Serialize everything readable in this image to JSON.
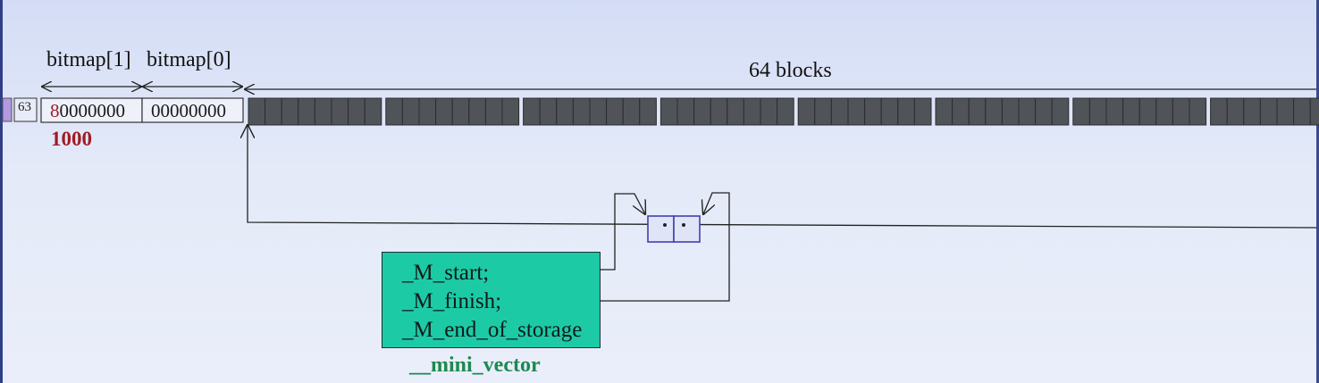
{
  "diagram": {
    "bitmap_labels": [
      "bitmap[1]",
      "bitmap[0]"
    ],
    "blocks_label": "64 blocks",
    "small_index": "63",
    "bitmap_cells": [
      {
        "name": "bitmap-1-cell",
        "lead": "8",
        "rest": "0000000",
        "lead_color": "#a11b23"
      },
      {
        "name": "bitmap-0-cell",
        "lead": "",
        "rest": "00000000",
        "lead_color": "#1a1a1a"
      }
    ],
    "binary_value": "1000",
    "block_groups": 8,
    "blocks_per_group": 8,
    "block_color": "#505459",
    "mini_vector": {
      "fields": [
        "_M_start;",
        "_M_finish;",
        "_M_end_of_storage"
      ],
      "caption": "__mini_vector",
      "fill_color": "#1dcaa6",
      "caption_color": "#1b8a50"
    },
    "pointer_box_color": "#4040b0"
  }
}
